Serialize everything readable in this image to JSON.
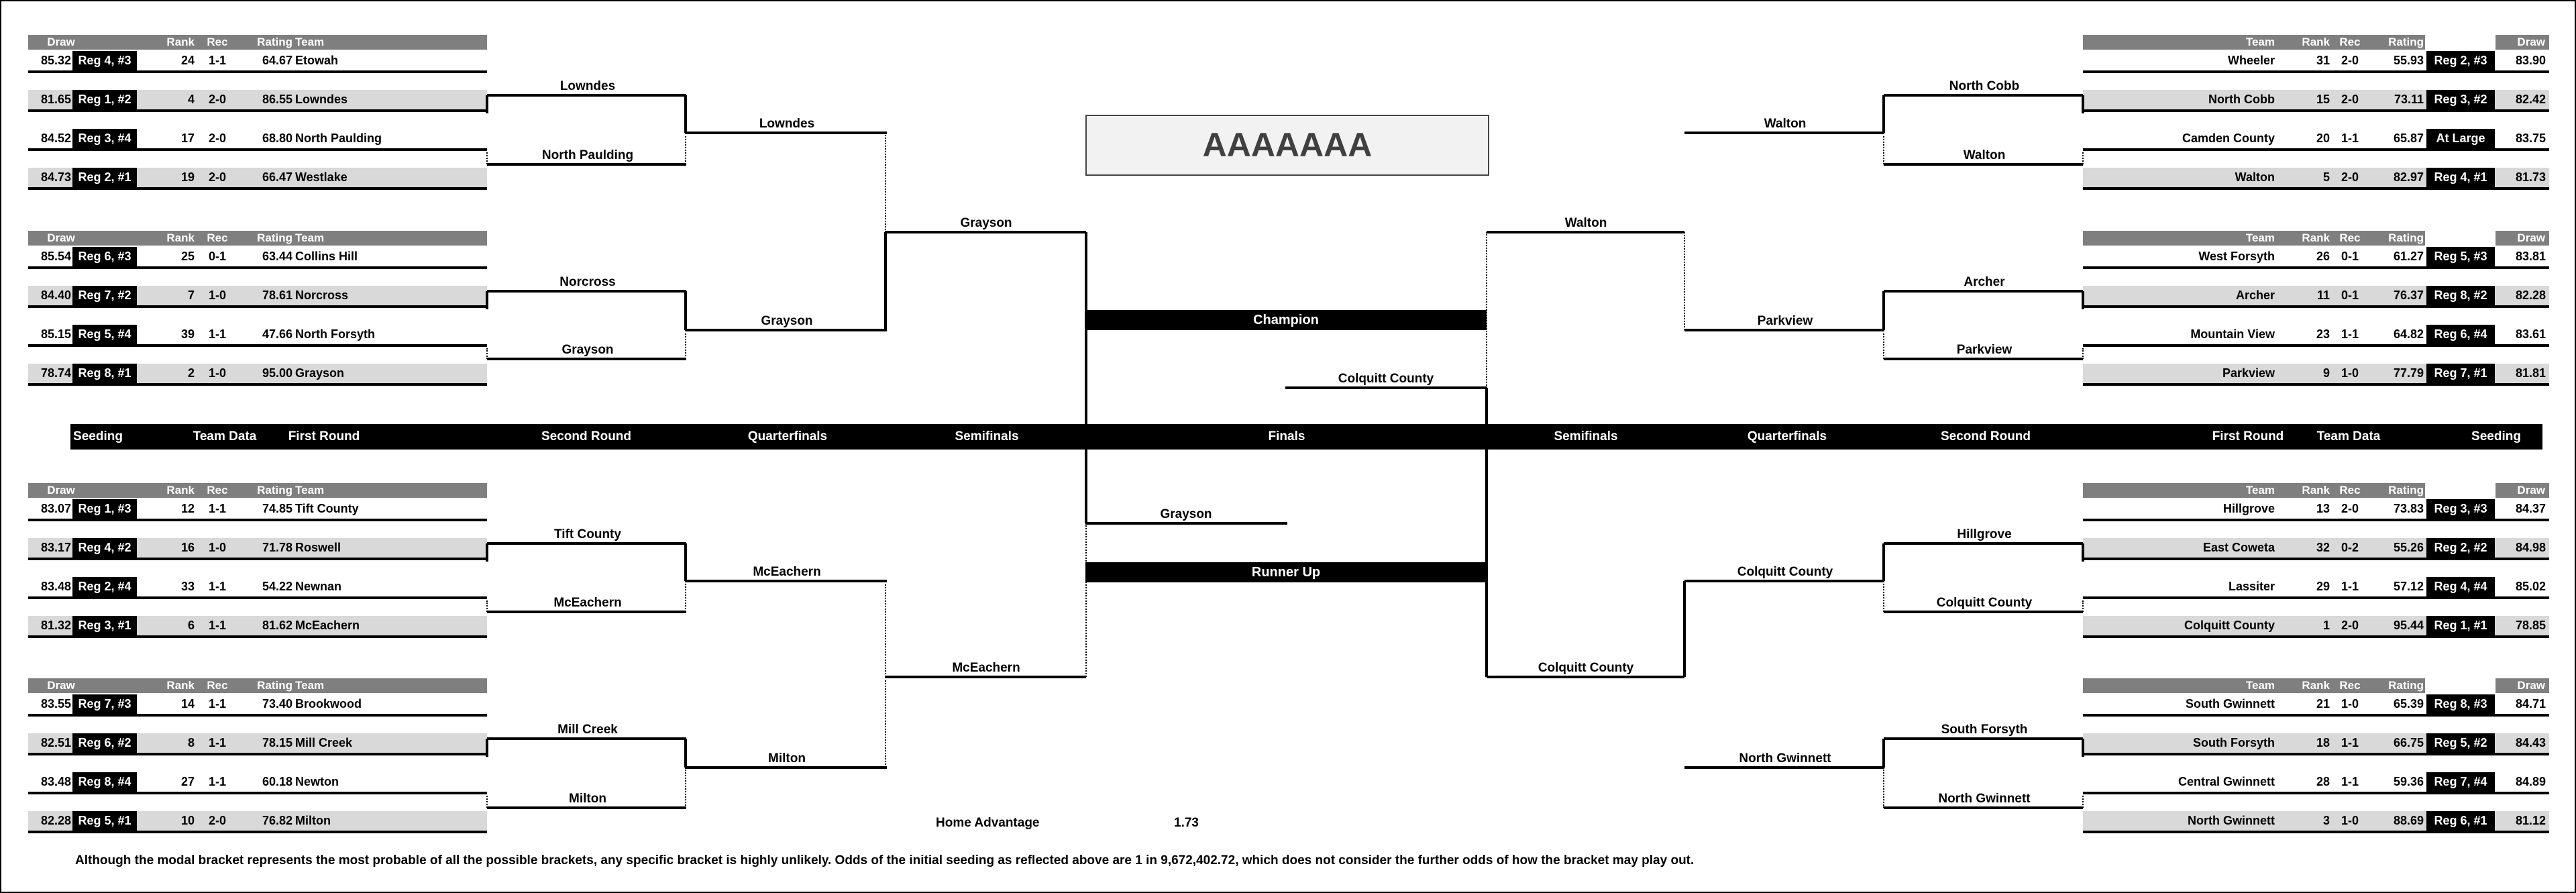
{
  "title": "AAAAAAA",
  "bands": {
    "champion": "Champion",
    "runner_up": "Runner Up"
  },
  "headers": {
    "draw": "Draw",
    "rank": "Rank",
    "rec": "Rec",
    "rating": "Rating",
    "team": "Team"
  },
  "round_labels_left": [
    "Seeding",
    "Team Data",
    "First Round",
    "Second Round",
    "Quarterfinals",
    "Semifinals"
  ],
  "finals_label": "Finals",
  "round_labels_right": [
    "Semifinals",
    "Quarterfinals",
    "Second Round",
    "First Round",
    "Team Data",
    "Seeding"
  ],
  "groups": [
    {
      "side": "left",
      "teams": [
        {
          "draw": "85.32",
          "seed": "Reg 4, #3",
          "rank": "24",
          "rec": "1-1",
          "rating": "64.67",
          "team": "Etowah"
        },
        {
          "draw": "81.65",
          "seed": "Reg 1, #2",
          "rank": "4",
          "rec": "2-0",
          "rating": "86.55",
          "team": "Lowndes"
        },
        {
          "draw": "84.52",
          "seed": "Reg 3, #4",
          "rank": "17",
          "rec": "2-0",
          "rating": "68.80",
          "team": "North Paulding"
        },
        {
          "draw": "84.73",
          "seed": "Reg 2, #1",
          "rank": "19",
          "rec": "2-0",
          "rating": "66.47",
          "team": "Westlake"
        }
      ]
    },
    {
      "side": "left",
      "teams": [
        {
          "draw": "85.54",
          "seed": "Reg 6, #3",
          "rank": "25",
          "rec": "0-1",
          "rating": "63.44",
          "team": "Collins Hill"
        },
        {
          "draw": "84.40",
          "seed": "Reg 7, #2",
          "rank": "7",
          "rec": "1-0",
          "rating": "78.61",
          "team": "Norcross"
        },
        {
          "draw": "85.15",
          "seed": "Reg 5, #4",
          "rank": "39",
          "rec": "1-1",
          "rating": "47.66",
          "team": "North Forsyth"
        },
        {
          "draw": "78.74",
          "seed": "Reg 8, #1",
          "rank": "2",
          "rec": "1-0",
          "rating": "95.00",
          "team": "Grayson"
        }
      ]
    },
    {
      "side": "left",
      "teams": [
        {
          "draw": "83.07",
          "seed": "Reg 1, #3",
          "rank": "12",
          "rec": "1-1",
          "rating": "74.85",
          "team": "Tift County"
        },
        {
          "draw": "83.17",
          "seed": "Reg 4, #2",
          "rank": "16",
          "rec": "1-0",
          "rating": "71.78",
          "team": "Roswell"
        },
        {
          "draw": "83.48",
          "seed": "Reg 2, #4",
          "rank": "33",
          "rec": "1-1",
          "rating": "54.22",
          "team": "Newnan"
        },
        {
          "draw": "81.32",
          "seed": "Reg 3, #1",
          "rank": "6",
          "rec": "1-1",
          "rating": "81.62",
          "team": "McEachern"
        }
      ]
    },
    {
      "side": "left",
      "teams": [
        {
          "draw": "83.55",
          "seed": "Reg 7, #3",
          "rank": "14",
          "rec": "1-1",
          "rating": "73.40",
          "team": "Brookwood"
        },
        {
          "draw": "82.51",
          "seed": "Reg 6, #2",
          "rank": "8",
          "rec": "1-1",
          "rating": "78.15",
          "team": "Mill Creek"
        },
        {
          "draw": "83.48",
          "seed": "Reg 8, #4",
          "rank": "27",
          "rec": "1-1",
          "rating": "60.18",
          "team": "Newton"
        },
        {
          "draw": "82.28",
          "seed": "Reg 5, #1",
          "rank": "10",
          "rec": "2-0",
          "rating": "76.82",
          "team": "Milton"
        }
      ]
    },
    {
      "side": "right",
      "teams": [
        {
          "draw": "83.90",
          "seed": "Reg 2, #3",
          "rank": "31",
          "rec": "2-0",
          "rating": "55.93",
          "team": "Wheeler"
        },
        {
          "draw": "82.42",
          "seed": "Reg 3, #2",
          "rank": "15",
          "rec": "2-0",
          "rating": "73.11",
          "team": "North Cobb"
        },
        {
          "draw": "83.75",
          "seed": "At Large",
          "rank": "20",
          "rec": "1-1",
          "rating": "65.87",
          "team": "Camden County"
        },
        {
          "draw": "81.73",
          "seed": "Reg 4, #1",
          "rank": "5",
          "rec": "2-0",
          "rating": "82.97",
          "team": "Walton"
        }
      ]
    },
    {
      "side": "right",
      "teams": [
        {
          "draw": "83.81",
          "seed": "Reg 5, #3",
          "rank": "26",
          "rec": "0-1",
          "rating": "61.27",
          "team": "West Forsyth"
        },
        {
          "draw": "82.28",
          "seed": "Reg 8, #2",
          "rank": "11",
          "rec": "0-1",
          "rating": "76.37",
          "team": "Archer"
        },
        {
          "draw": "83.61",
          "seed": "Reg 6, #4",
          "rank": "23",
          "rec": "1-1",
          "rating": "64.82",
          "team": "Mountain View"
        },
        {
          "draw": "81.81",
          "seed": "Reg 7, #1",
          "rank": "9",
          "rec": "1-0",
          "rating": "77.79",
          "team": "Parkview"
        }
      ]
    },
    {
      "side": "right",
      "teams": [
        {
          "draw": "84.37",
          "seed": "Reg 3, #3",
          "rank": "13",
          "rec": "2-0",
          "rating": "73.83",
          "team": "Hillgrove"
        },
        {
          "draw": "84.98",
          "seed": "Reg 2, #2",
          "rank": "32",
          "rec": "0-2",
          "rating": "55.26",
          "team": "East Coweta"
        },
        {
          "draw": "85.02",
          "seed": "Reg 4, #4",
          "rank": "29",
          "rec": "1-1",
          "rating": "57.12",
          "team": "Lassiter"
        },
        {
          "draw": "78.85",
          "seed": "Reg 1, #1",
          "rank": "1",
          "rec": "2-0",
          "rating": "95.44",
          "team": "Colquitt County"
        }
      ]
    },
    {
      "side": "right",
      "teams": [
        {
          "draw": "84.71",
          "seed": "Reg 8, #3",
          "rank": "21",
          "rec": "1-0",
          "rating": "65.39",
          "team": "South Gwinnett"
        },
        {
          "draw": "84.43",
          "seed": "Reg 5, #2",
          "rank": "18",
          "rec": "1-1",
          "rating": "66.75",
          "team": "South Forsyth"
        },
        {
          "draw": "84.89",
          "seed": "Reg 7, #4",
          "rank": "28",
          "rec": "1-1",
          "rating": "59.36",
          "team": "Central Gwinnett"
        },
        {
          "draw": "81.12",
          "seed": "Reg 6, #1",
          "rank": "3",
          "rec": "1-0",
          "rating": "88.69",
          "team": "North Gwinnett"
        }
      ]
    }
  ],
  "second_round_winners": {
    "left": [
      "Lowndes",
      "North Paulding",
      "Norcross",
      "Grayson",
      "Tift County",
      "McEachern",
      "Mill Creek",
      "Milton"
    ],
    "right": [
      "North Cobb",
      "Walton",
      "Archer",
      "Parkview",
      "Hillgrove",
      "Colquitt County",
      "South Forsyth",
      "North Gwinnett"
    ]
  },
  "quarterfinal_winners": {
    "left": [
      "Lowndes",
      "Grayson",
      "McEachern",
      "Milton"
    ],
    "right": [
      "Walton",
      "Parkview",
      "Colquitt County",
      "North Gwinnett"
    ]
  },
  "semifinal_winners": {
    "left": [
      "Grayson",
      "McEachern"
    ],
    "right": [
      "Walton",
      "Colquitt County"
    ]
  },
  "finalists": {
    "top": "Colquitt County",
    "bottom": "Grayson"
  },
  "home_advantage": {
    "label": "Home Advantage",
    "value": "1.73"
  },
  "footnote": "Although the modal bracket represents the most probable of all the possible brackets, any specific bracket is highly unlikely.  Odds of the initial seeding as reflected above are 1 in 9,672,402.72, which does not consider the further odds of how the bracket may play out."
}
